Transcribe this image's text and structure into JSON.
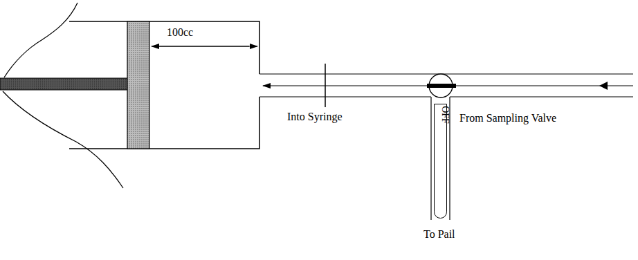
{
  "diagram": {
    "nodes": [
      {
        "text": [
          "OFF"
        ]
      }
    ],
    "labels": [
      "100cc",
      "Into Syringe",
      "From Sampling Valve",
      "To Pail"
    ]
  }
}
